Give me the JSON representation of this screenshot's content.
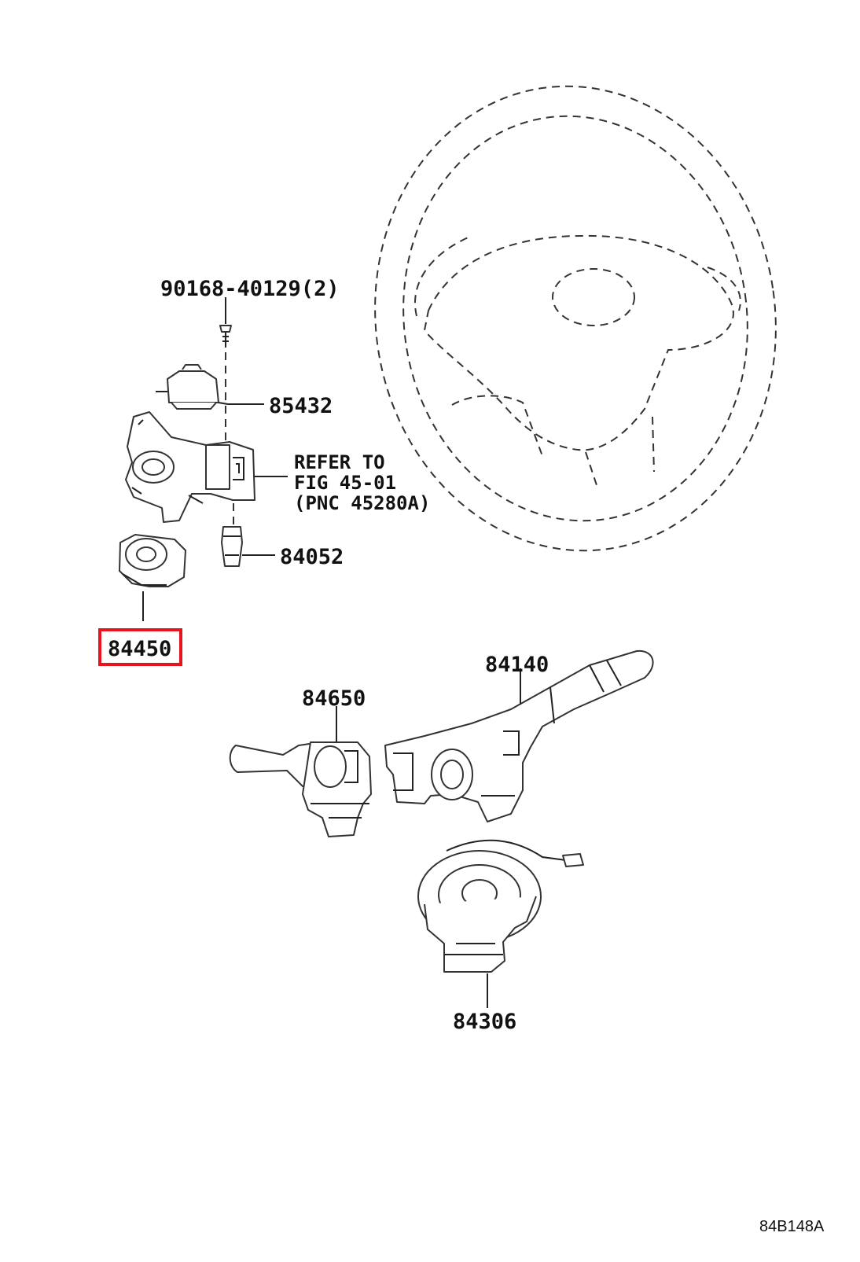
{
  "diagram": {
    "callouts": {
      "screw": "90168-40129(2)",
      "bracket": "85432",
      "refer_line1": "REFER TO",
      "refer_line2": "FIG 45-01",
      "refer_line3": "(PNC 45280A)",
      "bulb": "84052",
      "ignition_switch": "84450",
      "wiper_switch": "84140",
      "headlamp_switch": "84650",
      "spiral_cable": "84306"
    },
    "figure_code": "84B148A",
    "highlight": {
      "target": "ignition_switch",
      "color": "#e8141c"
    }
  }
}
